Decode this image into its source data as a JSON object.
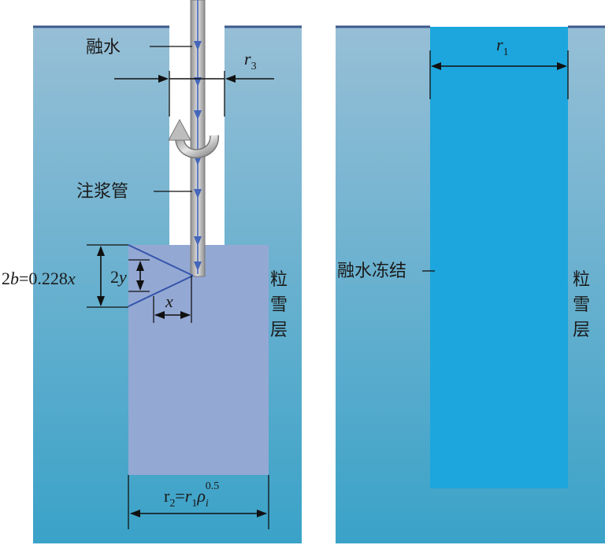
{
  "left_panel": {
    "label_melt_water": "融水",
    "label_grout_pipe": "注浆管",
    "label_snow_layer_chars": [
      "粒",
      "雪",
      "层"
    ],
    "dim_r3": {
      "base": "r",
      "sub": "3"
    },
    "dim_2y": {
      "prefix": "2",
      "var": "y"
    },
    "dim_x": {
      "var": "x"
    },
    "dim_2b": {
      "pre": "2",
      "var": "b",
      "eq": "=0.228",
      "var2": "x"
    },
    "dim_r2": {
      "base": "r",
      "sub": "2",
      "eq": "=",
      "r": "r",
      "r_sub": "1",
      "rho": "ρ",
      "rho_sub": "i",
      "rho_sup": "0.5"
    }
  },
  "right_panel": {
    "label_melt_freeze": "融水冻结",
    "label_snow_layer_chars": [
      "粒",
      "雪",
      "层"
    ],
    "dim_r1": {
      "base": "r",
      "sub": "1"
    }
  },
  "colors": {
    "snow_top": "#97bfd6",
    "snow_bottom": "#3aa2c8",
    "surface_line": "#3d5a8c",
    "wetted_zone": "#94a8d4",
    "frozen_column": "#1ca6dd",
    "pipe": "#b0b0b0",
    "flow_arrow": "#4466bb",
    "cone_line": "#3355aa"
  }
}
